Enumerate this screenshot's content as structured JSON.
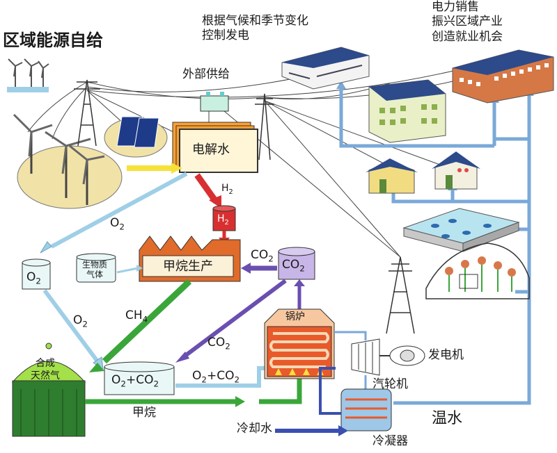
{
  "title": "区域能源自给",
  "labels": {
    "climate_control": [
      "根据气候和季节变化",
      "控制发电"
    ],
    "power_sales": [
      "电力销售",
      "振兴区域产业",
      "创造就业机会"
    ],
    "external_supply": "外部供给",
    "electrolysis": "电解水",
    "h2_arrow": "H2",
    "h2_tank": "H2",
    "o2_arrow_top": "O2",
    "o2_tank": "O2",
    "o2_arrow_lower": "O2",
    "biogas": [
      "生物质",
      "气体"
    ],
    "methane_production": "甲烷生产",
    "co2_arrow_top": "CO2",
    "co2_tank": "CO2",
    "ch4": "CH4",
    "boiler": "锅炉",
    "co2_mid": "CO2",
    "generator": "发电机",
    "turbine": "汽轮机",
    "syngas": [
      "合成",
      "天然气"
    ],
    "mix_tank": "O2+CO2",
    "mix_arrow": "O2+CO2",
    "methane": "甲烷",
    "cooling_water": "冷却水",
    "warm_water": "温水",
    "condenser": "冷凝器"
  },
  "colors": {
    "green_flow": "#3aa63a",
    "purple_flow": "#6a4fb0",
    "light_blue_flow": "#9fcfe6",
    "heat_flow": "#7aa8d8",
    "h2_red": "#d83030",
    "electrolysis_box": "#ffa030",
    "tank_cyan": "#e9f7f7",
    "greenhouse_green": "#3aa63a"
  },
  "icons": [
    "wind-turbine-icon",
    "solar-panel-icon",
    "power-tower-icon",
    "building-icon",
    "house-icon",
    "factory-icon",
    "gas-holder-icon",
    "fish-pond-icon",
    "greenhouse-icon",
    "generator-icon"
  ]
}
